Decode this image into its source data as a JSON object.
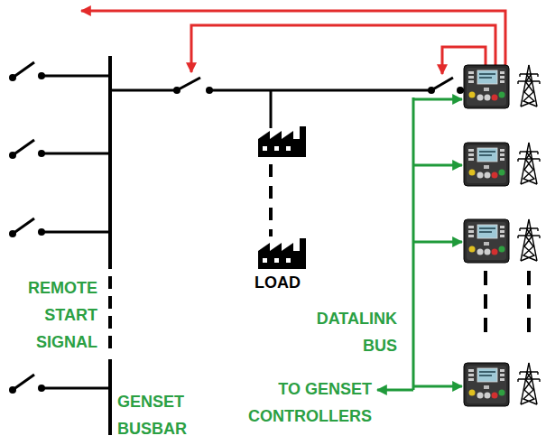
{
  "diagram": {
    "labels": [
      "REMOTE START SIGNAL",
      "LOAD",
      "DATALINK BUS",
      "TO GENSET CONTROLLERS",
      "GENSET BUSBAR"
    ]
  }
}
